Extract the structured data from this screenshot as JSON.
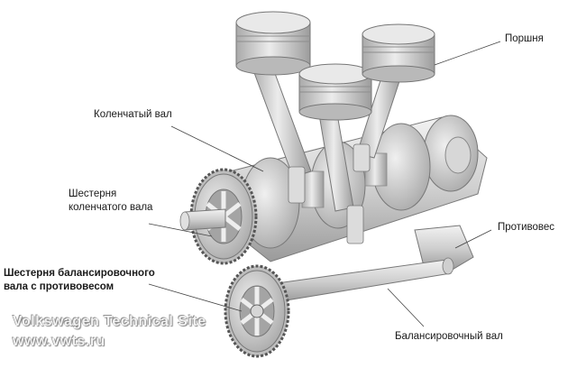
{
  "labels": {
    "pistons": "Поршня",
    "crankshaft": "Коленчатый вал",
    "crank_gear_line1": "Шестерня",
    "crank_gear_line2": "коленчатого вала",
    "balance_gear_line1": "Шестерня балансировочного",
    "balance_gear_line2": "вала с противовесом",
    "counterweight": "Противовес",
    "balance_shaft": "Балансировочный вал"
  },
  "watermark": {
    "line1": "Volkswagen Technical Site",
    "line2": "www.vwts.ru"
  },
  "colors": {
    "metal_light": "#e6e6e6",
    "metal_mid": "#c4c4c4",
    "metal_dark": "#8e8e8e",
    "outline": "#6a6a6a",
    "leader": "#444444"
  }
}
